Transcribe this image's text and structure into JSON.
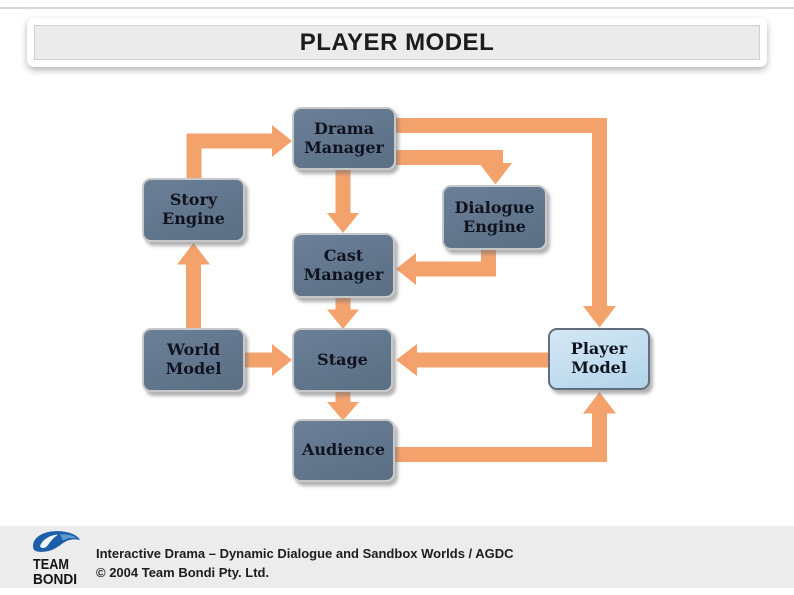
{
  "slide": {
    "title": "PLAYER MODEL"
  },
  "diagram": {
    "colors": {
      "arrow": "#F4A26C",
      "node_fill": "#61768C",
      "node_border": "#C8C8C8",
      "player_fill": "#C2DDEF",
      "player_border": "#5F6E7A",
      "text": "#10131F"
    },
    "nodes": [
      {
        "id": "drama-manager",
        "label": "Drama Manager"
      },
      {
        "id": "story-engine",
        "label": "Story Engine"
      },
      {
        "id": "dialogue-engine",
        "label": "Dialogue Engine"
      },
      {
        "id": "cast-manager",
        "label": "Cast Manager"
      },
      {
        "id": "world-model",
        "label": "World Model"
      },
      {
        "id": "stage",
        "label": "Stage"
      },
      {
        "id": "player-model",
        "label": "Player Model"
      },
      {
        "id": "audience",
        "label": "Audience"
      }
    ],
    "edges": [
      {
        "from": "story-engine",
        "to": "drama-manager"
      },
      {
        "from": "drama-manager",
        "to": "cast-manager"
      },
      {
        "from": "drama-manager",
        "to": "dialogue-engine"
      },
      {
        "from": "drama-manager",
        "to": "player-model"
      },
      {
        "from": "dialogue-engine",
        "to": "cast-manager"
      },
      {
        "from": "cast-manager",
        "to": "stage"
      },
      {
        "from": "world-model",
        "to": "story-engine"
      },
      {
        "from": "world-model",
        "to": "stage"
      },
      {
        "from": "player-model",
        "to": "stage"
      },
      {
        "from": "stage",
        "to": "audience"
      },
      {
        "from": "audience",
        "to": "player-model"
      }
    ]
  },
  "footer": {
    "line1": "Interactive Drama – Dynamic Dialogue and Sandbox Worlds / AGDC",
    "line2": "© 2004 Team Bondi Pty. Ltd.",
    "logo_top": "TEAM",
    "logo_bottom": "BONDI"
  }
}
